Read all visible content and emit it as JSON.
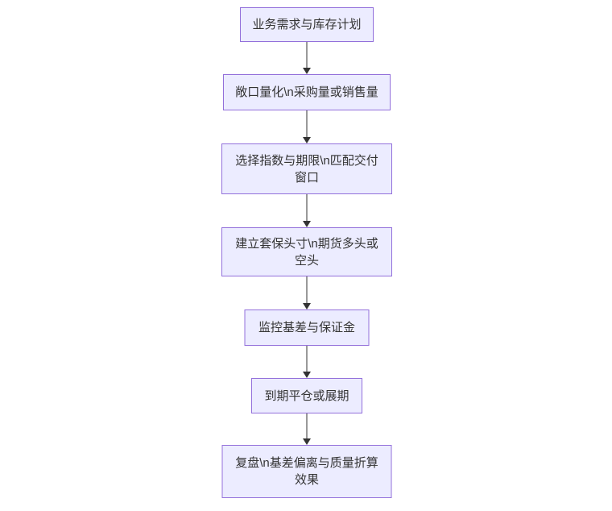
{
  "colors": {
    "node_fill": "#ECECFF",
    "node_border": "#9370DB",
    "edge_color": "#333333",
    "text_color": "#333333",
    "bg": "#FFFFFF"
  },
  "diagram": {
    "type": "flowchart",
    "direction": "top-down",
    "nodes": [
      {
        "label": "业务需求与库存计划"
      },
      {
        "label": "敞口量化\\n采购量或销售量"
      },
      {
        "label": "选择指数与期限\\n匹配交付窗口"
      },
      {
        "label": "建立套保头寸\\n期货多头或空头"
      },
      {
        "label": "监控基差与保证金"
      },
      {
        "label": "到期平仓或展期"
      },
      {
        "label": "复盘\\n基差偏离与质量折算效果"
      }
    ],
    "edges": [
      {
        "from": 0,
        "to": 1
      },
      {
        "from": 1,
        "to": 2
      },
      {
        "from": 2,
        "to": 3
      },
      {
        "from": 3,
        "to": 4
      },
      {
        "from": 4,
        "to": 5
      },
      {
        "from": 5,
        "to": 6
      }
    ]
  }
}
